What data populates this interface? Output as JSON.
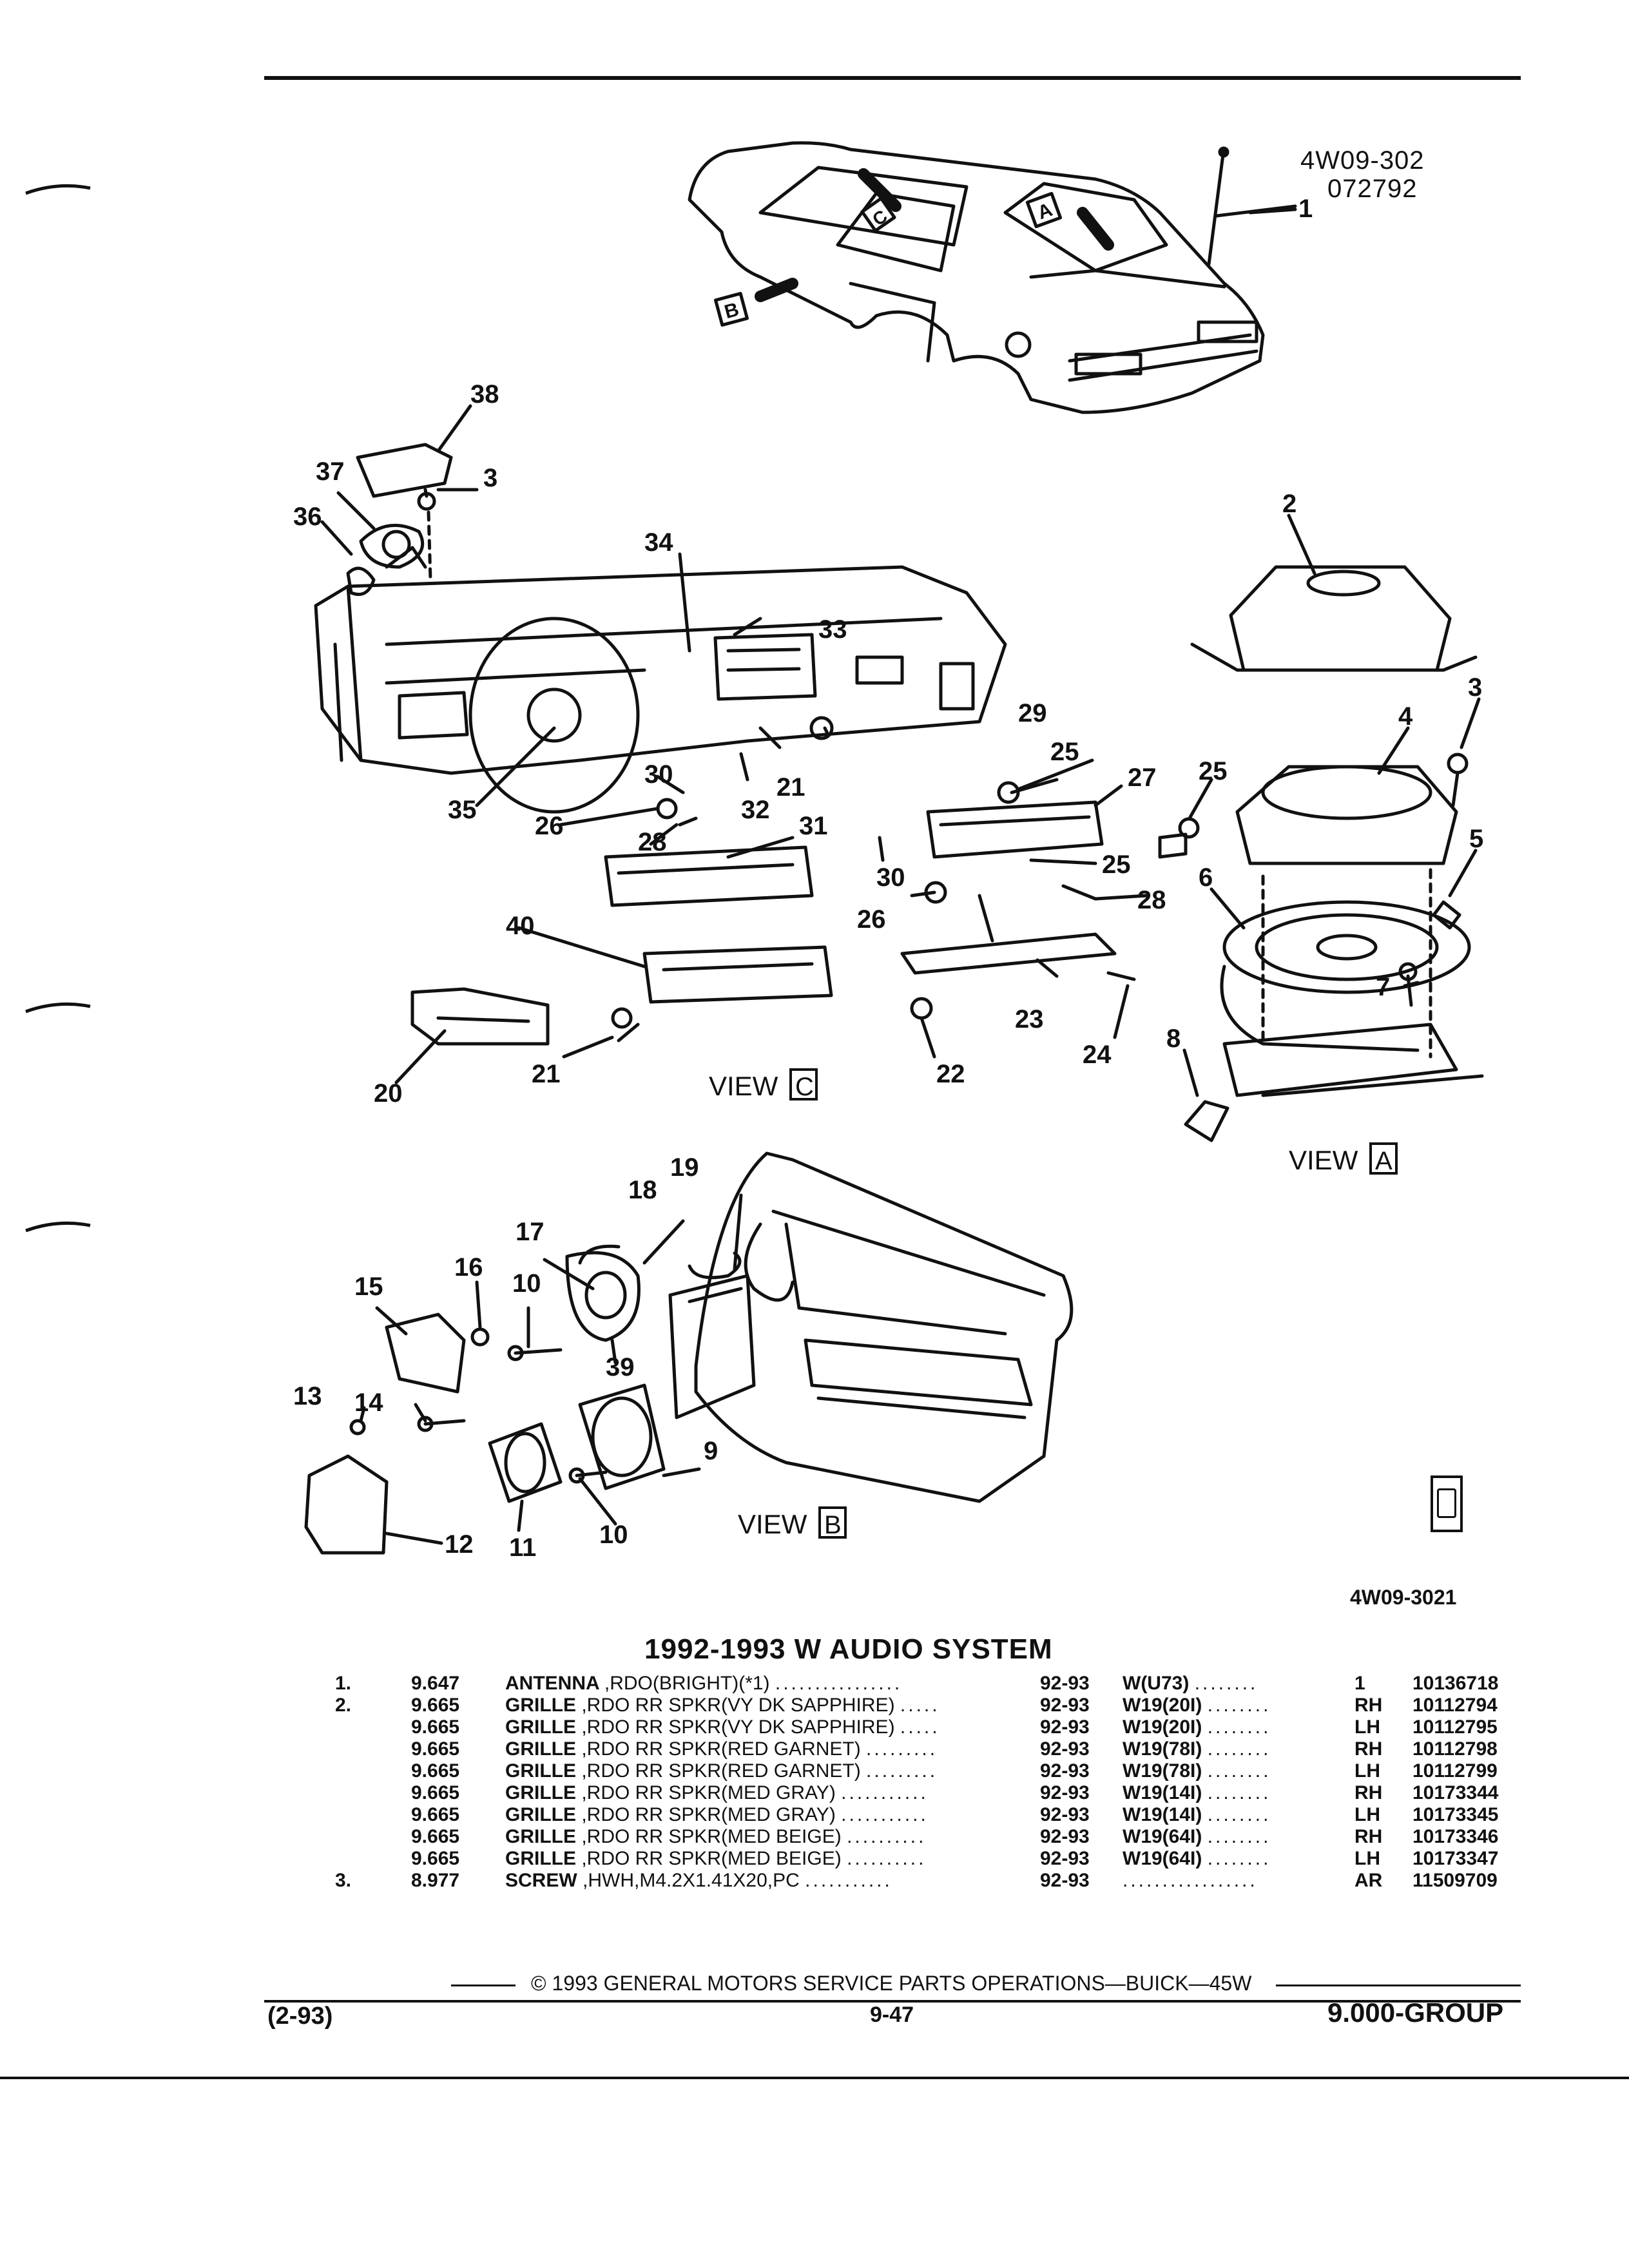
{
  "header": {
    "ref_code": "4W09-302",
    "ref_date": "072792"
  },
  "diagram": {
    "callouts": [
      "1",
      "2",
      "3",
      "4",
      "5",
      "6",
      "7",
      "8",
      "9",
      "10",
      "11",
      "12",
      "13",
      "14",
      "15",
      "16",
      "17",
      "18",
      "19",
      "20",
      "21",
      "22",
      "23",
      "24",
      "25",
      "26",
      "27",
      "28",
      "29",
      "30",
      "31",
      "32",
      "33",
      "34",
      "35",
      "36",
      "37",
      "38",
      "39",
      "40"
    ],
    "view_a": {
      "word": "VIEW",
      "letter": "A"
    },
    "view_b": {
      "word": "VIEW",
      "letter": "B"
    },
    "view_c": {
      "word": "VIEW",
      "letter": "C"
    },
    "arrow_a": "A",
    "arrow_b": "B",
    "arrow_c": "C",
    "figure_code": "4W09-3021",
    "gm_icon": "gm-spo-icon"
  },
  "section_title": "1992-1993 W AUDIO SYSTEM",
  "parts": [
    {
      "item": "1.",
      "code": "9.647",
      "name": "ANTENNA",
      "desc": ",RDO(BRIGHT)(*1)",
      "dots": "................",
      "years": "92-93",
      "option": "W(U73)",
      "opt_dots": "........",
      "qty": "1",
      "part": "10136718"
    },
    {
      "item": "2.",
      "code": "9.665",
      "name": "GRILLE",
      "desc": ",RDO RR SPKR(VY DK SAPPHIRE)",
      "dots": ".....",
      "years": "92-93",
      "option": "W19(20I)",
      "opt_dots": "........",
      "qty": "RH",
      "part": "10112794"
    },
    {
      "item": "",
      "code": "9.665",
      "name": "GRILLE",
      "desc": ",RDO RR SPKR(VY DK SAPPHIRE)",
      "dots": ".....",
      "years": "92-93",
      "option": "W19(20I)",
      "opt_dots": "........",
      "qty": "LH",
      "part": "10112795"
    },
    {
      "item": "",
      "code": "9.665",
      "name": "GRILLE",
      "desc": ",RDO RR SPKR(RED GARNET)",
      "dots": ".........",
      "years": "92-93",
      "option": "W19(78I)",
      "opt_dots": "........",
      "qty": "RH",
      "part": "10112798"
    },
    {
      "item": "",
      "code": "9.665",
      "name": "GRILLE",
      "desc": ",RDO RR SPKR(RED GARNET)",
      "dots": ".........",
      "years": "92-93",
      "option": "W19(78I)",
      "opt_dots": "........",
      "qty": "LH",
      "part": "10112799"
    },
    {
      "item": "",
      "code": "9.665",
      "name": "GRILLE",
      "desc": ",RDO RR SPKR(MED GRAY)",
      "dots": "...........",
      "years": "92-93",
      "option": "W19(14I)",
      "opt_dots": "........",
      "qty": "RH",
      "part": "10173344"
    },
    {
      "item": "",
      "code": "9.665",
      "name": "GRILLE",
      "desc": ",RDO RR SPKR(MED GRAY)",
      "dots": "...........",
      "years": "92-93",
      "option": "W19(14I)",
      "opt_dots": "........",
      "qty": "LH",
      "part": "10173345"
    },
    {
      "item": "",
      "code": "9.665",
      "name": "GRILLE",
      "desc": ",RDO RR SPKR(MED BEIGE)",
      "dots": "..........",
      "years": "92-93",
      "option": "W19(64I)",
      "opt_dots": "........",
      "qty": "RH",
      "part": "10173346"
    },
    {
      "item": "",
      "code": "9.665",
      "name": "GRILLE",
      "desc": ",RDO RR SPKR(MED BEIGE)",
      "dots": "..........",
      "years": "92-93",
      "option": "W19(64I)",
      "opt_dots": "........",
      "qty": "LH",
      "part": "10173347"
    },
    {
      "item": "3.",
      "code": "8.977",
      "name": "SCREW",
      "desc": ",HWH,M4.2X1.41X20,PC",
      "dots": "...........",
      "years": "92-93",
      "option": "",
      "opt_dots": ".................",
      "qty": "AR",
      "part": "11509709"
    }
  ],
  "footer": {
    "copyright": "©  1993  GENERAL MOTORS SERVICE PARTS OPERATIONS—BUICK—45W",
    "date": "(2-93)",
    "page": "9-47",
    "group": "9.000-GROUP"
  }
}
